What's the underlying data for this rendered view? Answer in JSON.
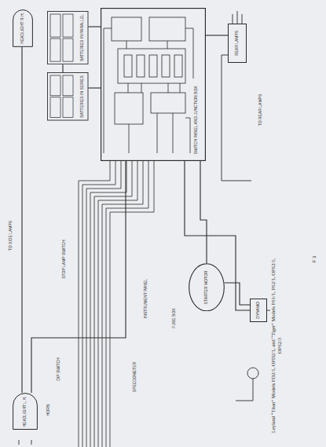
{
  "diagram": {
    "caption": "Leyland “Titan” Models PD2/1, OPD2/1, and “Tiger” Models PS1/1, PS2/1, OPS2/1, OPS2/3",
    "nodes": [
      {
        "text": [
          "SWITCH PANEL AND JUNCTION BOX"
        ]
      },
      {
        "text": [
          "BATTERIES IN PARALLEL"
        ]
      },
      {
        "text": [
          "BATTERIES IN SERIES"
        ]
      },
      {
        "text": [
          "STARTER MOTOR"
        ]
      },
      {
        "text": [
          "DYNAMO"
        ]
      },
      {
        "text": [
          "HEADLIGHT R.H."
        ]
      },
      {
        "text": [
          "HEADLIGHT L.H."
        ]
      },
      {
        "text": [
          "REAR LAMPS"
        ]
      }
    ],
    "edges": [
      {
        "from": 1,
        "to": 2,
        "arrow": "none"
      },
      {
        "from": 2,
        "to": 0,
        "arrow": "none"
      },
      {
        "from": 1,
        "to": 0,
        "arrow": "none"
      },
      {
        "from": 0,
        "to": 3,
        "arrow": "none"
      },
      {
        "from": 0,
        "to": 4,
        "arrow": "none"
      },
      {
        "from": 0,
        "to": 7,
        "arrow": "none"
      },
      {
        "from": 5,
        "to": 6,
        "arrow": "none"
      },
      {
        "from": 0,
        "to": 6,
        "arrow": "none"
      },
      {
        "from": 3,
        "to": 4,
        "arrow": "none"
      }
    ],
    "labels": [
      "TO SIDE LAMPS",
      "HORN",
      "DIP SWITCH",
      "STOP LAMP SWITCH",
      "SPEEDOMETER",
      "INSTRUMENT PANEL",
      "FUSE BOX",
      "TO REAR LAMPS",
      "F 3"
    ]
  }
}
